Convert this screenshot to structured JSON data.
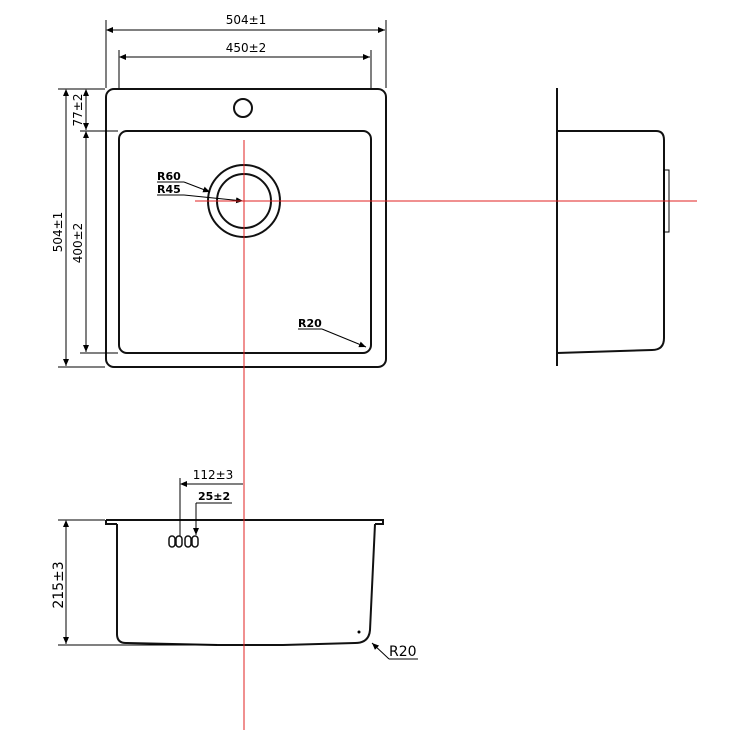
{
  "colors": {
    "outline": "#111111",
    "centerline": "#e02020",
    "background": "#ffffff"
  },
  "top_view": {
    "overall_width": "504±1",
    "bowl_width": "450±2",
    "overall_depth": "504±1",
    "back_deck": "77±2",
    "bowl_depth": "400±2",
    "drain_outer_radius": "R60",
    "drain_inner_radius": "R45",
    "corner_radius": "R20"
  },
  "front_view": {
    "drain_offset": "112±3",
    "overflow_size": "25±2",
    "depth": "215±3",
    "corner_radius": "R20"
  }
}
